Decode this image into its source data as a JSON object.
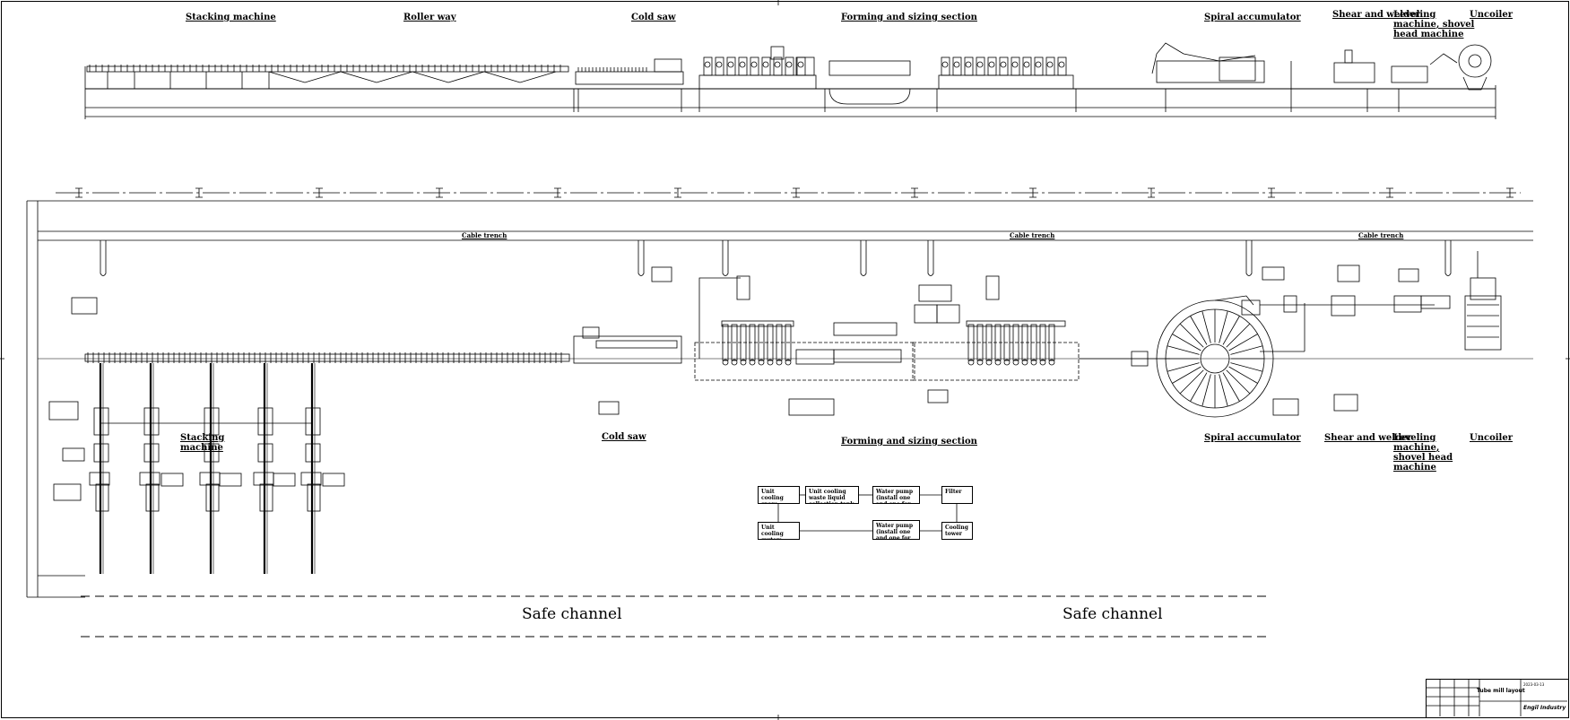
{
  "top_view_labels": {
    "stacking": "Stacking machine",
    "roller_way": "Roller way",
    "cold_saw": "Cold saw",
    "forming": "Forming and sizing section",
    "spiral": "Spiral accumulator",
    "shear": "Shear and welder",
    "leveling": "Leveling machine, shovel head machine",
    "uncoiler": "Uncoiler"
  },
  "plan_labels": {
    "cable_trench": "Cable trench",
    "stacking": "Stacking machine",
    "cold_saw": "Cold saw",
    "forming": "Forming and sizing section",
    "spiral": "Spiral accumulator",
    "shear": "Shear and welder",
    "leveling": "Leveling machine, shovel head machine",
    "uncoiler": "Uncoiler"
  },
  "safe_channel": "Safe channel",
  "cooling_flow": {
    "box1": "Unit cooling spare liquid",
    "box2": "Unit cooling waste liquid collection tank",
    "box3": "Water pump (install one and one for spare)",
    "box4": "Filter",
    "box5": "Unit cooling system",
    "box6": "Water pump (install one and one for spare)",
    "box7": "Cooling tower"
  },
  "title_block": {
    "title": "Tube mill layout",
    "date": "2023-03-13",
    "company": "Engil Industry"
  }
}
